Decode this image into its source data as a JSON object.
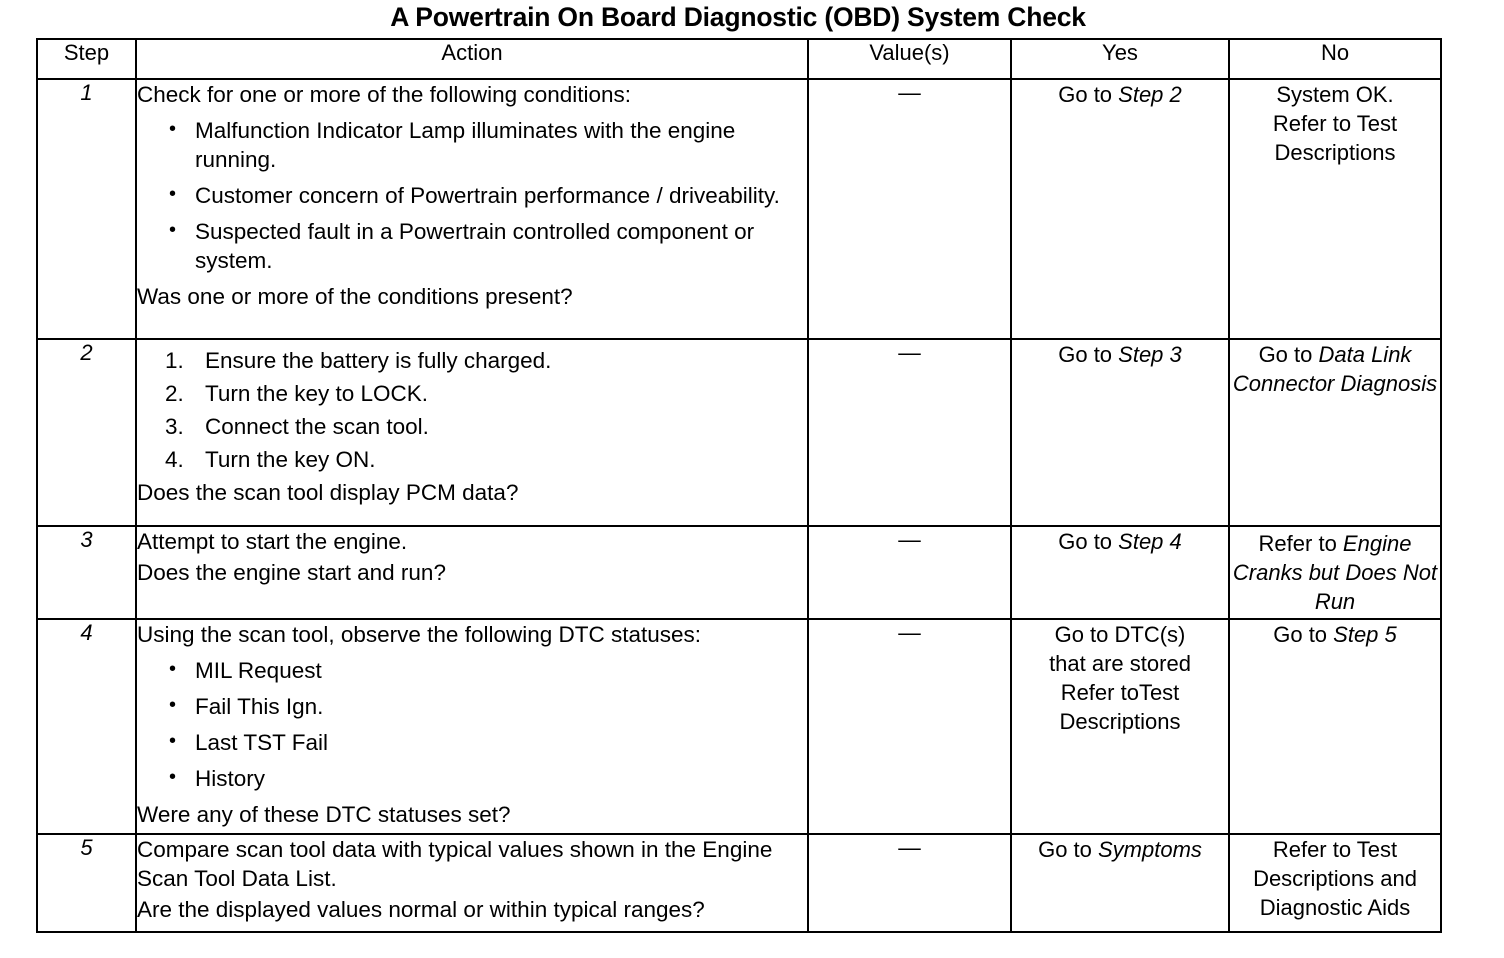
{
  "document": {
    "title": "A Powertrain On Board Diagnostic (OBD) System Check"
  },
  "table": {
    "headers": {
      "step": "Step",
      "action": "Action",
      "values": "Value(s)",
      "yes": "Yes",
      "no": "No"
    },
    "rows": [
      {
        "step": "1",
        "action": {
          "lead": "Check for one or more of the following conditions:",
          "bullets": [
            "Malfunction Indicator Lamp illuminates with the engine running.",
            "Customer concern of Powertrain performance / driveability.",
            "Suspected fault in a Powertrain controlled component or system."
          ],
          "tail": "Was one or more of the conditions present?"
        },
        "value": "—",
        "yes": {
          "prefix": "Go to ",
          "italic": "Step 2",
          "lines": []
        },
        "no": {
          "prefix": "",
          "italic": "",
          "lines": [
            "System OK.",
            "Refer to Test",
            "Descriptions"
          ]
        }
      },
      {
        "step": "2",
        "action": {
          "lead": "",
          "numbered": [
            "Ensure the battery is fully charged.",
            "Turn the key to LOCK.",
            "Connect the scan tool.",
            "Turn the key ON."
          ],
          "tail": "Does the scan tool display PCM data?"
        },
        "value": "—",
        "yes": {
          "prefix": "Go to ",
          "italic": "Step 3",
          "lines": []
        },
        "no": {
          "prefix": "Go to ",
          "italic": "Data Link Connector Diagnosis",
          "lines": []
        }
      },
      {
        "step": "3",
        "action": {
          "lead": "Attempt to start the engine.",
          "tail": "Does the engine start and run?"
        },
        "value": "—",
        "yes": {
          "prefix": "Go to ",
          "italic": "Step 4",
          "lines": []
        },
        "no": {
          "prefix": "Refer to ",
          "italic": "Engine Cranks but Does Not Run",
          "lines": []
        }
      },
      {
        "step": "4",
        "action": {
          "lead": "Using the scan tool, observe the following DTC statuses:",
          "bullets": [
            "MIL Request",
            "Fail This Ign.",
            "Last TST Fail",
            "History"
          ],
          "tail": "Were any of these DTC statuses set?"
        },
        "value": "—",
        "yes": {
          "prefix": "",
          "italic": "",
          "lines": [
            "Go to DTC(s)",
            "that are stored",
            "Refer toTest",
            "Descriptions"
          ]
        },
        "no": {
          "prefix": "Go to ",
          "italic": "Step 5",
          "lines": []
        }
      },
      {
        "step": "5",
        "action": {
          "lead": "Compare scan tool data with typical values shown in the Engine Scan Tool Data List.",
          "tail": "Are the displayed values normal or within typical ranges?"
        },
        "value": "—",
        "yes": {
          "prefix": "Go to ",
          "italic": "Symptoms",
          "lines": []
        },
        "no": {
          "prefix": "",
          "italic": "",
          "lines": [
            "Refer to Test",
            "Descriptions and",
            "Diagnostic Aids"
          ]
        }
      }
    ]
  }
}
